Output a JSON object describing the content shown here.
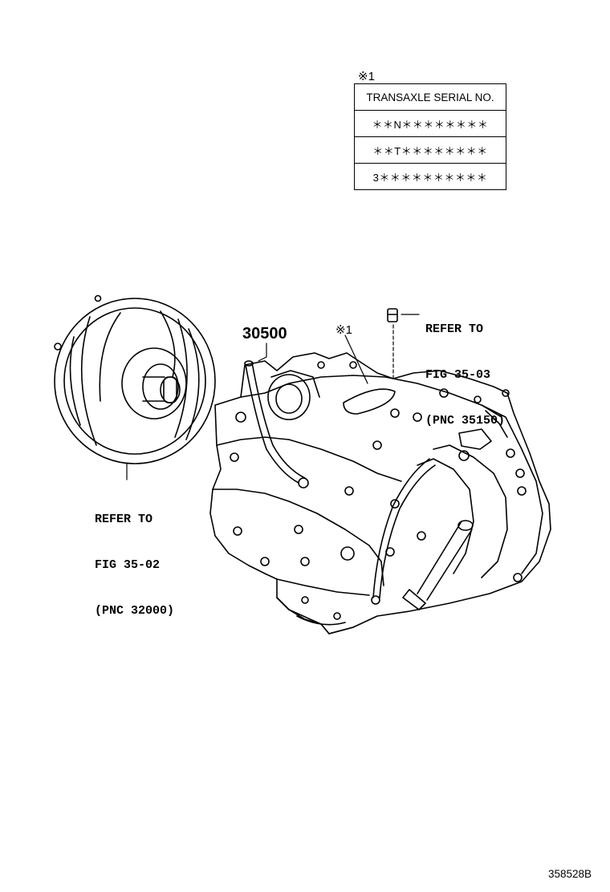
{
  "serial_table": {
    "note_marker": "※1",
    "header": "TRANSAXLE SERIAL NO.",
    "rows": [
      "＊＊N＊＊＊＊＊＊＊＊",
      "＊＊T＊＊＊＊＊＊＊＊",
      "3＊＊＊＊＊＊＊＊＊＊"
    ]
  },
  "callouts": {
    "part_number": "30500",
    "note_marker": "※1",
    "refer_upper": [
      "REFER TO",
      "FIG 35-03",
      "(PNC 35150)"
    ],
    "refer_lower": [
      "REFER TO",
      "FIG 35-02",
      "(PNC 32000)"
    ]
  },
  "figure_id": "358528B"
}
